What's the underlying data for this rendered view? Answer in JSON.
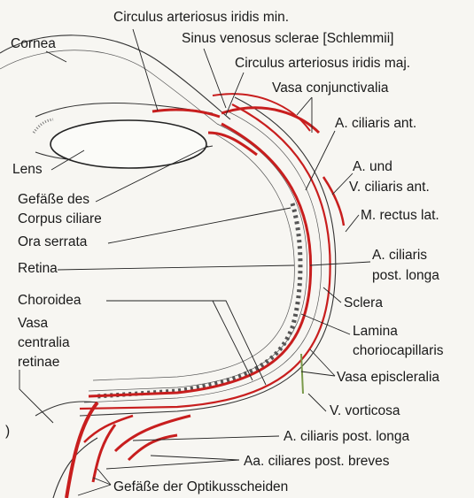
{
  "labels": {
    "circulus_min": "Circulus arteriosus  iridis min.",
    "sinus_venosus": "Sinus venosus sclerae [Schlemmii]",
    "cornea": "Cornea",
    "circulus_maj": "Circulus arteriosus iridis maj.",
    "vasa_conjunctivalia": "Vasa conjunctivalia",
    "a_ciliaris_ant": "A. ciliaris ant.",
    "lens": "Lens",
    "a_und": "A. und",
    "v_ciliaris_ant": "V. ciliaris ant.",
    "gefaesse_corpus_1": "Gefäße des",
    "gefaesse_corpus_2": "Corpus ciliare",
    "m_rectus_lat": "M. rectus lat.",
    "ora_serrata": "Ora serrata",
    "a_ciliaris_post_longa_1": "A. ciliaris",
    "a_ciliaris_post_longa_2": "post. longa",
    "retina": "Retina",
    "sclera": "Sclera",
    "choroidea": "Choroidea",
    "lamina_1": "Lamina",
    "lamina_2": "choriocapillaris",
    "vasa_centralia_1": "Vasa",
    "vasa_centralia_2": "centralia",
    "vasa_centralia_3": "retinae",
    "vasa_episcleralia": "Vasa episcleralia",
    "v_vorticosa": "V. vorticosa",
    "a_ciliaris_post_longa_bottom": "A. ciliaris post. longa",
    "aa_ciliares_post_breves": "Aa. ciliares post. breves",
    "gefaesse_optikus": "Gefäße der Optikusscheiden",
    "margin_mark": ")"
  },
  "colors": {
    "vessel_red": "#c81e1e",
    "outline": "#333333",
    "background": "#f7f6f2"
  }
}
